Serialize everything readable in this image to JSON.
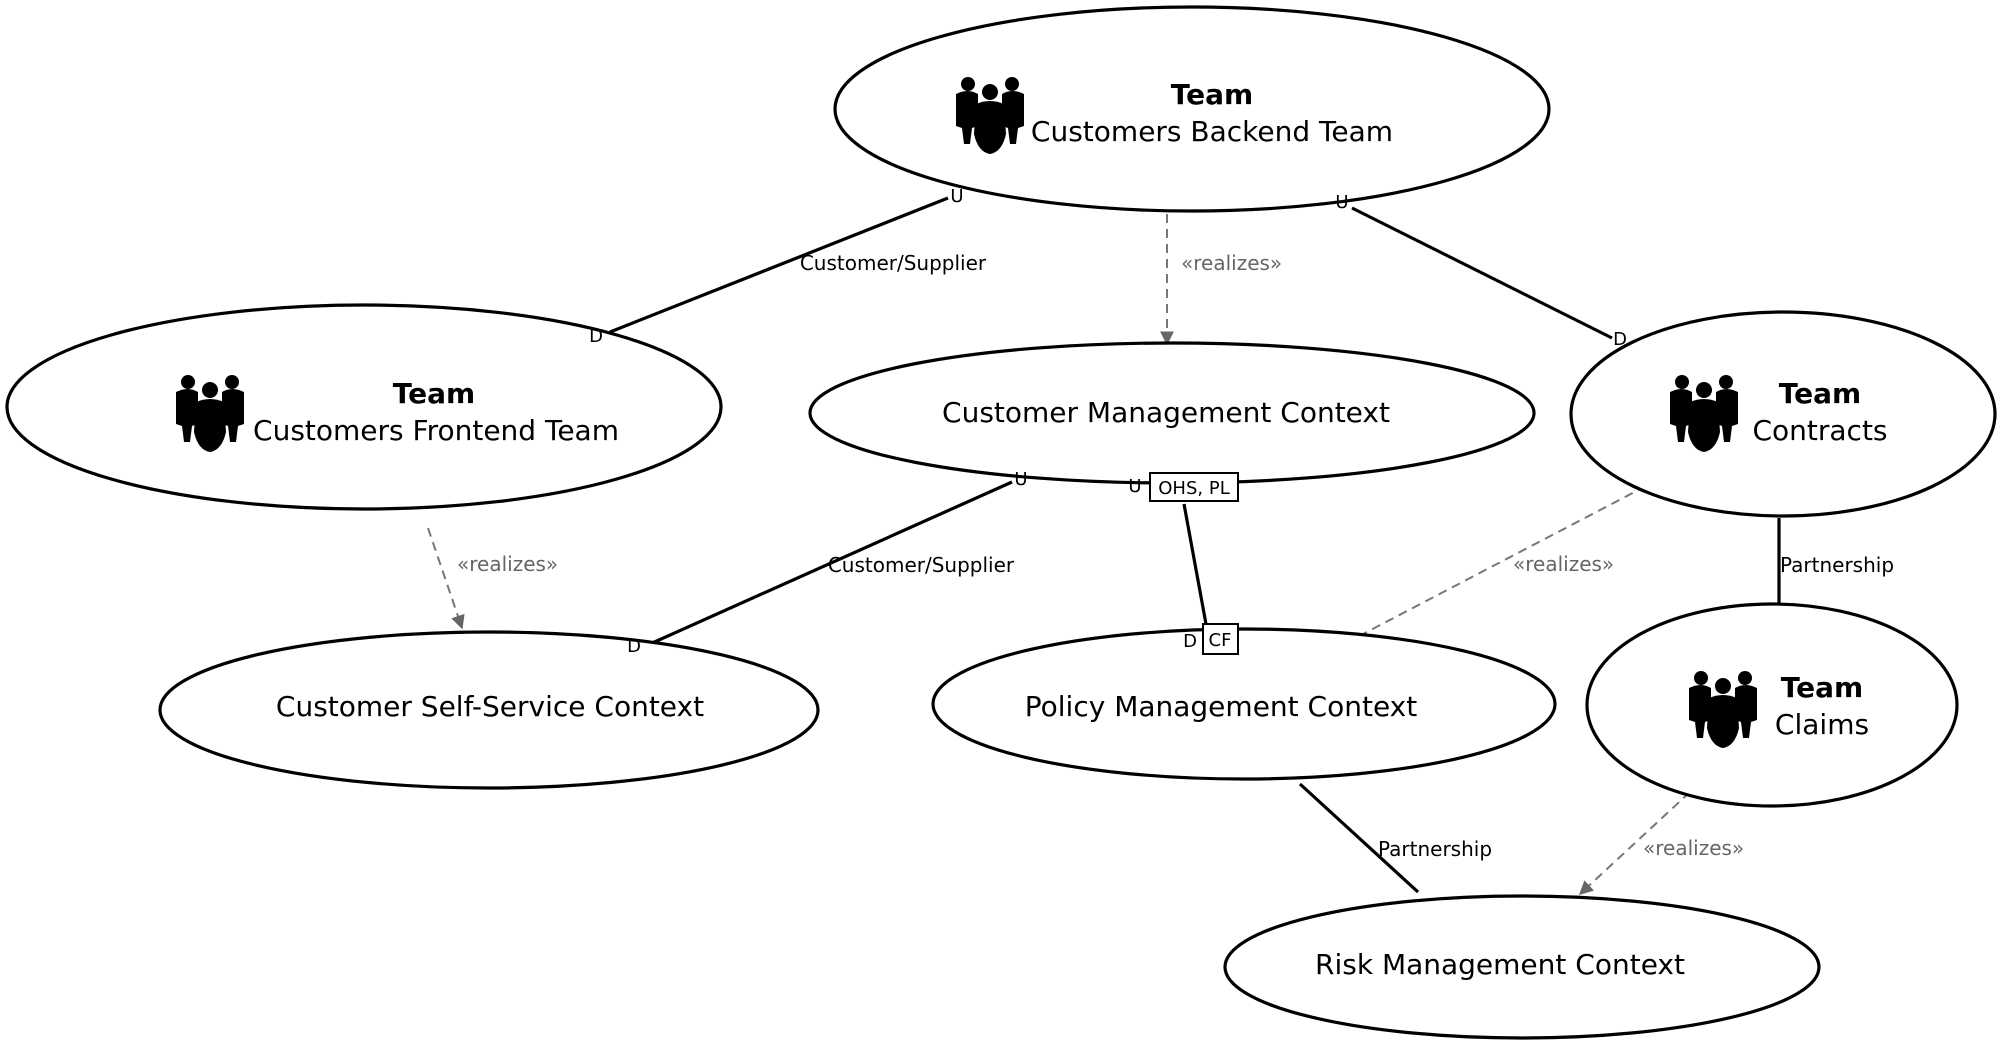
{
  "teams": {
    "backend": {
      "kind": "Team",
      "name": "Customers Backend Team"
    },
    "frontend": {
      "kind": "Team",
      "name": "Customers Frontend Team"
    },
    "contracts": {
      "kind": "Team",
      "name": "Contracts"
    },
    "claims": {
      "kind": "Team",
      "name": "Claims"
    }
  },
  "contexts": {
    "customer_mgmt": "Customer Management Context",
    "self_service": "Customer Self-Service Context",
    "policy_mgmt": "Policy Management Context",
    "risk_mgmt": "Risk Management Context"
  },
  "relationships": {
    "backend_frontend": {
      "label": "Customer/Supplier",
      "upstream": "U",
      "downstream": "D"
    },
    "backend_contracts": {
      "upstream": "U",
      "downstream": "D"
    },
    "custmgmt_selfservice": {
      "label": "Customer/Supplier",
      "upstream": "U",
      "downstream": "D"
    },
    "custmgmt_policy": {
      "upstream": "U",
      "upstream_role": "OHS, PL",
      "downstream": "D",
      "downstream_role": "CF"
    },
    "contracts_claims": {
      "label": "Partnership"
    },
    "policy_risk": {
      "label": "Partnership"
    }
  },
  "realizations": {
    "backend_custmgmt": "«realizes»",
    "frontend_selfservice": "«realizes»",
    "contracts_policy": "«realizes»",
    "claims_risk": "«realizes»"
  },
  "colors": {
    "stroke": "#000000",
    "dependency": "#777777",
    "dependency_text": "#666666"
  },
  "icons": [
    "team-icon"
  ]
}
